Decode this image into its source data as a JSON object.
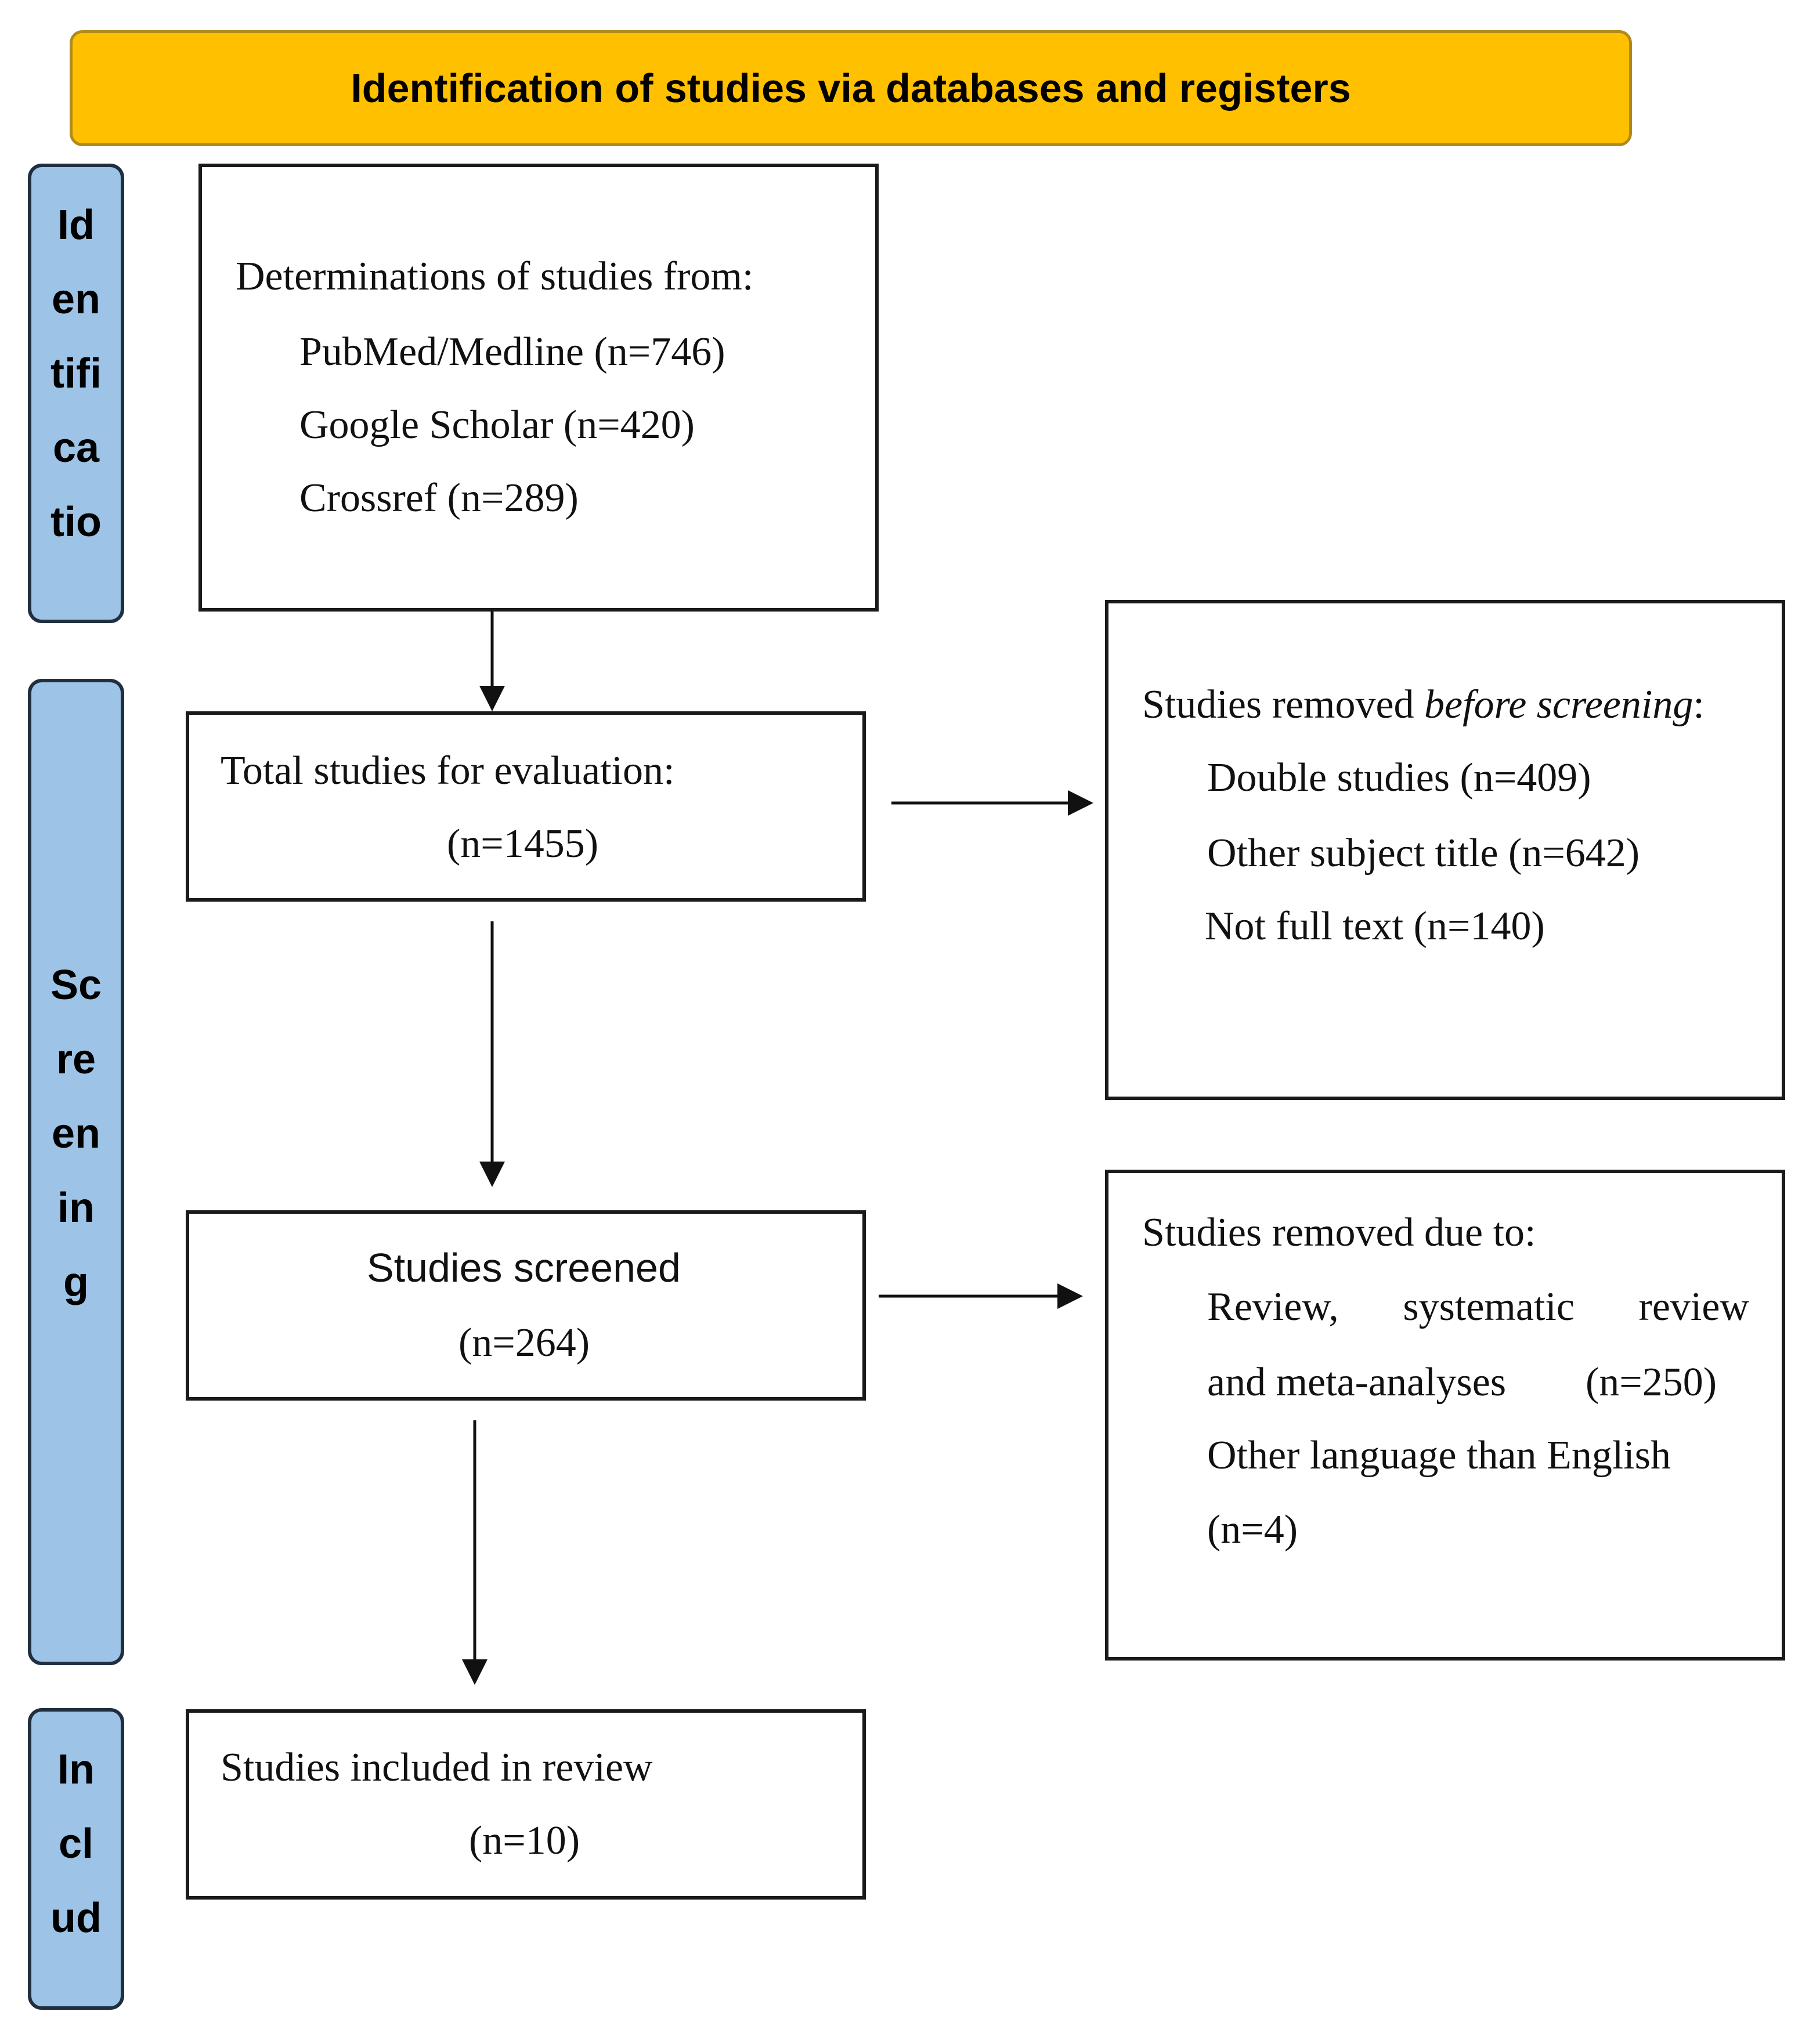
{
  "header": {
    "title": "Identification of studies via databases and registers"
  },
  "phases": {
    "identification": [
      "Id",
      "en",
      "tifi",
      "ca",
      "tio"
    ],
    "screening": [
      "Sc",
      "re",
      "en",
      "in",
      "g"
    ],
    "included": [
      "In",
      "cl",
      "ud"
    ]
  },
  "boxes": {
    "determinations": {
      "heading": "Determinations of studies from:",
      "sources": [
        "PubMed/Medline (n=746)",
        "Google Scholar (n=420)",
        "Crossref (n=289)"
      ]
    },
    "total": {
      "label": "Total studies for evaluation:",
      "count": "(n=1455)"
    },
    "removed_before": {
      "heading_prefix": "Studies removed ",
      "heading_italic": "before screening",
      "heading_suffix": ":",
      "items": [
        "Double studies (n=409)",
        "Other subject title (n=642)",
        "Not full text (n=140)"
      ]
    },
    "screened": {
      "label": "Studies screened",
      "count": "(n=264)"
    },
    "removed_due": {
      "heading": "Studies removed due to:",
      "line1_words": [
        "Review,",
        "systematic",
        "review"
      ],
      "line2_left": "and meta-analyses",
      "line2_right": "(n=250)",
      "line3": "Other language than English",
      "line4": "(n=4)"
    },
    "included": {
      "label": "Studies included in review",
      "count": "(n=10)"
    }
  }
}
